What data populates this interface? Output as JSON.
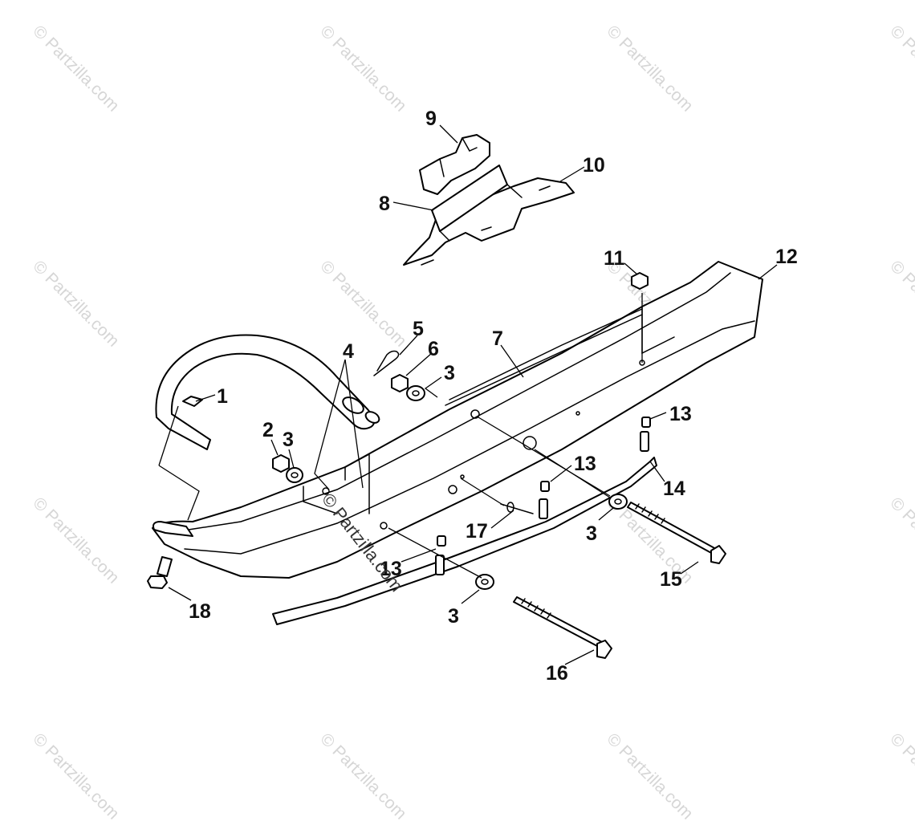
{
  "watermark": {
    "text": "© Partzilla.com",
    "center_text": "© Partzilla.com"
  },
  "callouts": {
    "c1": "1",
    "c2": "2",
    "c3a": "3",
    "c3b": "3",
    "c3c": "3",
    "c3d": "3",
    "c4": "4",
    "c5": "5",
    "c6": "6",
    "c7": "7",
    "c8": "8",
    "c9": "9",
    "c10": "10",
    "c11": "11",
    "c12": "12",
    "c13a": "13",
    "c13b": "13",
    "c13c": "13",
    "c14": "14",
    "c15": "15",
    "c16": "16",
    "c17": "17",
    "c18": "18"
  },
  "colors": {
    "line": "#000000",
    "watermark": "#d6d6d6",
    "background": "#ffffff"
  }
}
